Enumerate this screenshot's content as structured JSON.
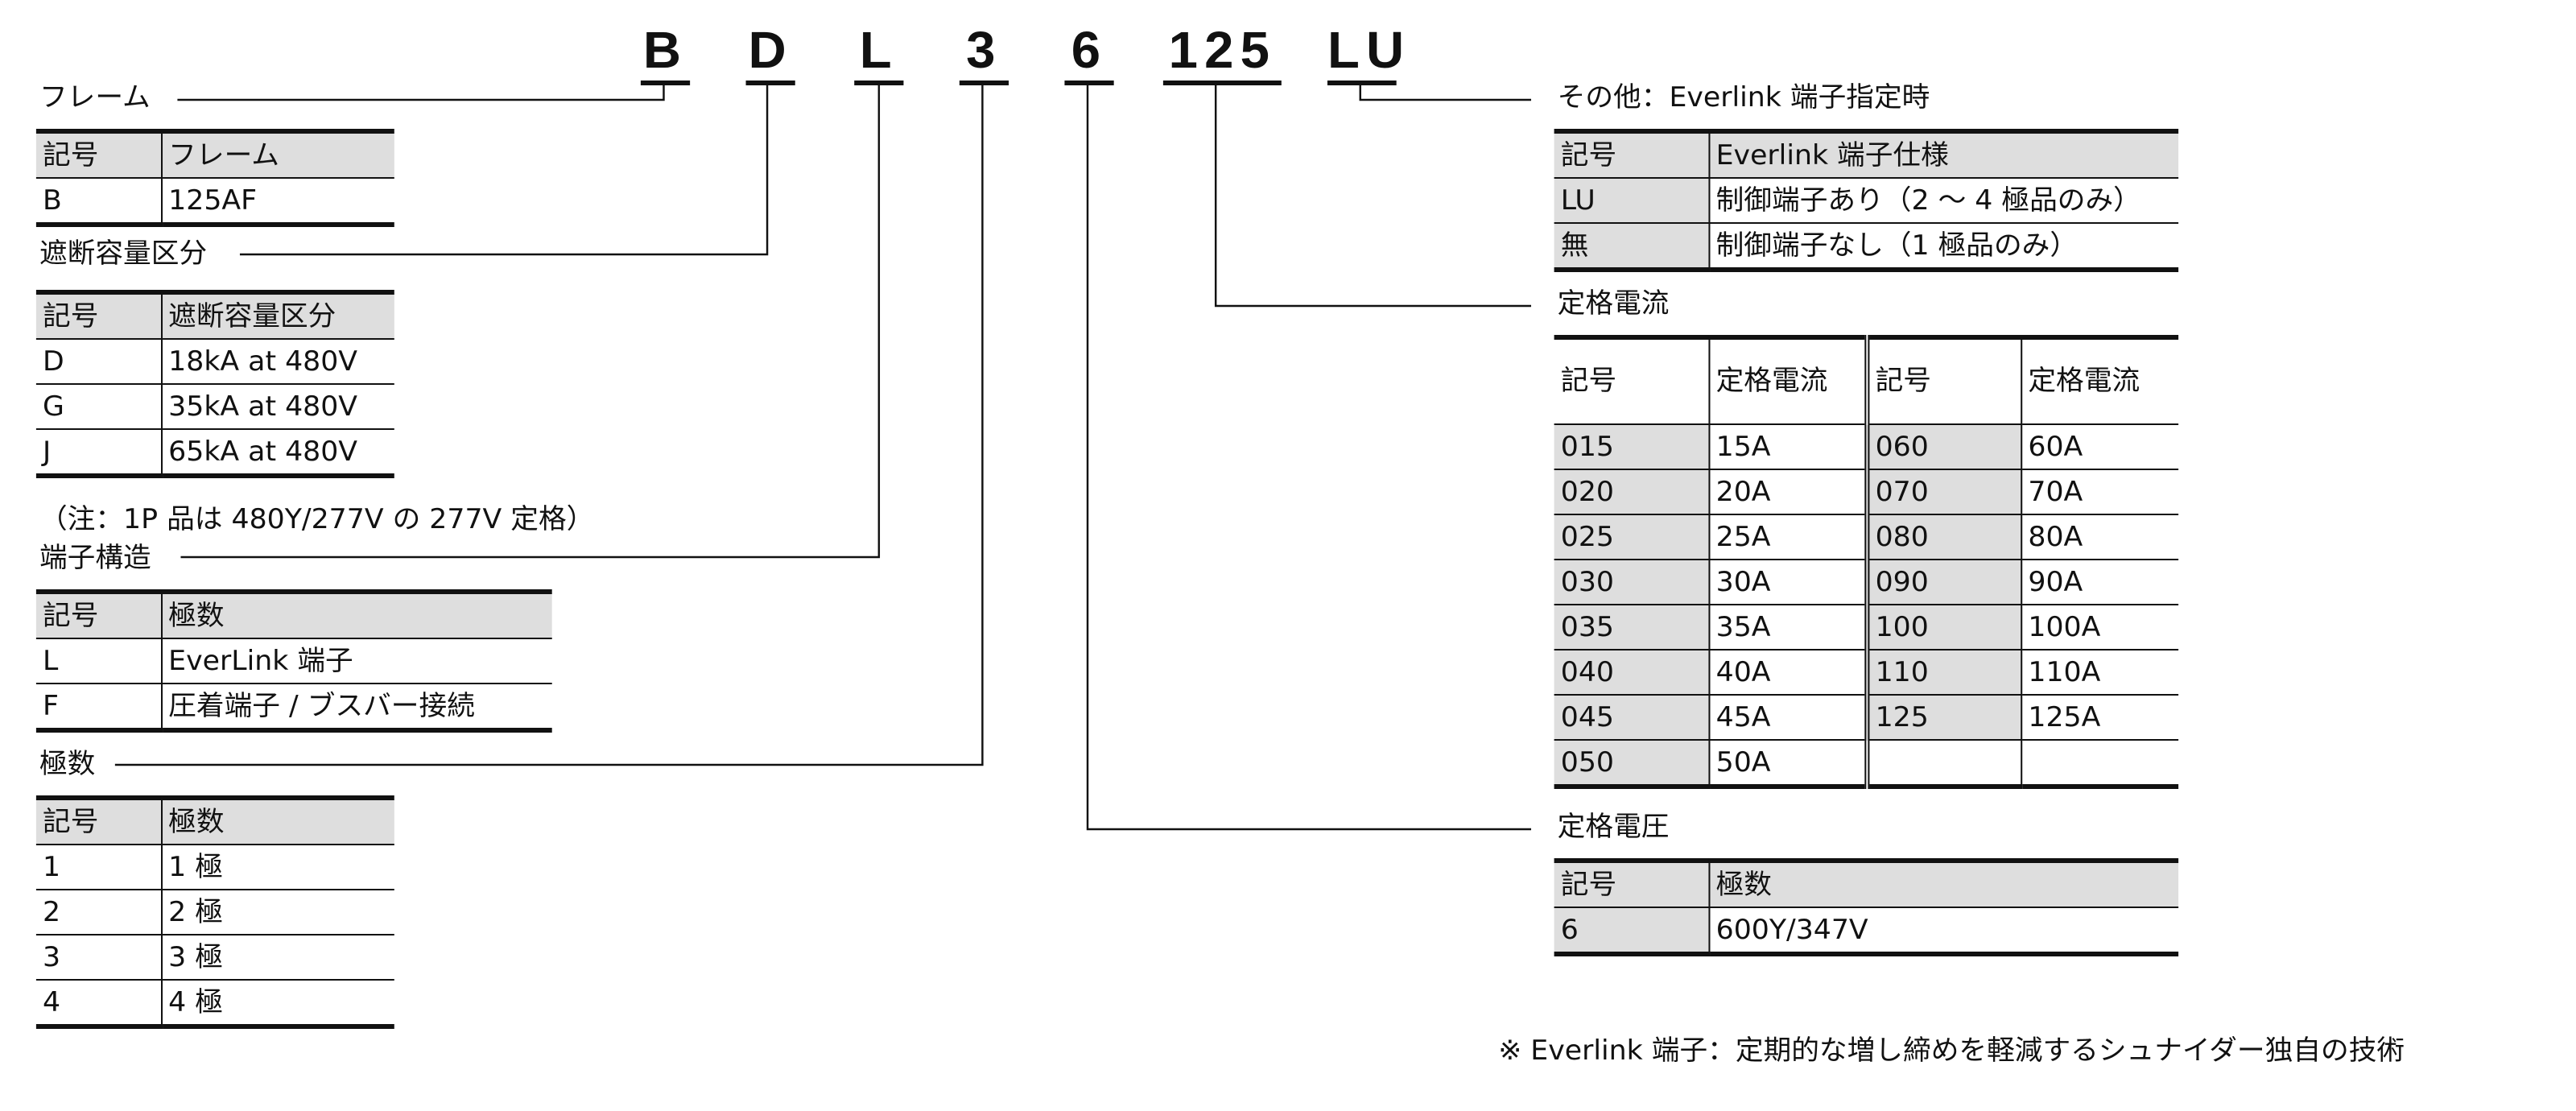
{
  "codes": [
    "B",
    "D",
    "L",
    "3",
    "6",
    "125",
    "LU"
  ],
  "frame": {
    "title": "フレーム",
    "headers": [
      "記号",
      "フレーム"
    ],
    "rows": [
      [
        "B",
        "125AF"
      ]
    ]
  },
  "breaking": {
    "title": "遮断容量区分",
    "headers": [
      "記号",
      "遮断容量区分"
    ],
    "rows": [
      [
        "D",
        "18kA at 480V"
      ],
      [
        "G",
        "35kA at 480V"
      ],
      [
        "J",
        "65kA at 480V"
      ]
    ],
    "note": "（注：1P 品は 480Y/277V の 277V 定格）"
  },
  "terminal": {
    "title": "端子構造",
    "headers": [
      "記号",
      "極数"
    ],
    "rows": [
      [
        "L",
        "EverLink 端子"
      ],
      [
        "F",
        "圧着端子 / ブスバー接続"
      ]
    ]
  },
  "poles": {
    "title": "極数",
    "headers": [
      "記号",
      "極数"
    ],
    "rows": [
      [
        "1",
        "1 極"
      ],
      [
        "2",
        "2 極"
      ],
      [
        "3",
        "3 極"
      ],
      [
        "4",
        "4 極"
      ]
    ]
  },
  "other": {
    "title": "その他：Everlink 端子指定時",
    "headers": [
      "記号",
      "Everlink 端子仕様"
    ],
    "rows": [
      [
        "LU",
        "制御端子あり（2 ～ 4 極品のみ）"
      ],
      [
        "無",
        "制御端子なし（1 極品のみ）"
      ]
    ]
  },
  "current": {
    "title": "定格電流",
    "headers": [
      "記号",
      "定格電流",
      "記号",
      "定格電流"
    ],
    "rows": [
      [
        "015",
        "15A",
        "060",
        "60A"
      ],
      [
        "020",
        "20A",
        "070",
        "70A"
      ],
      [
        "025",
        "25A",
        "080",
        "80A"
      ],
      [
        "030",
        "30A",
        "090",
        "90A"
      ],
      [
        "035",
        "35A",
        "100",
        "100A"
      ],
      [
        "040",
        "40A",
        "110",
        "110A"
      ],
      [
        "045",
        "45A",
        "125",
        "125A"
      ],
      [
        "050",
        "50A",
        "",
        ""
      ]
    ]
  },
  "voltage": {
    "title": "定格電圧",
    "headers": [
      "記号",
      "極数"
    ],
    "rows": [
      [
        "6",
        "600Y/347V"
      ]
    ]
  },
  "footnote": "※ Everlink 端子：定期的な増し締めを軽減するシュナイダー独自の技術"
}
